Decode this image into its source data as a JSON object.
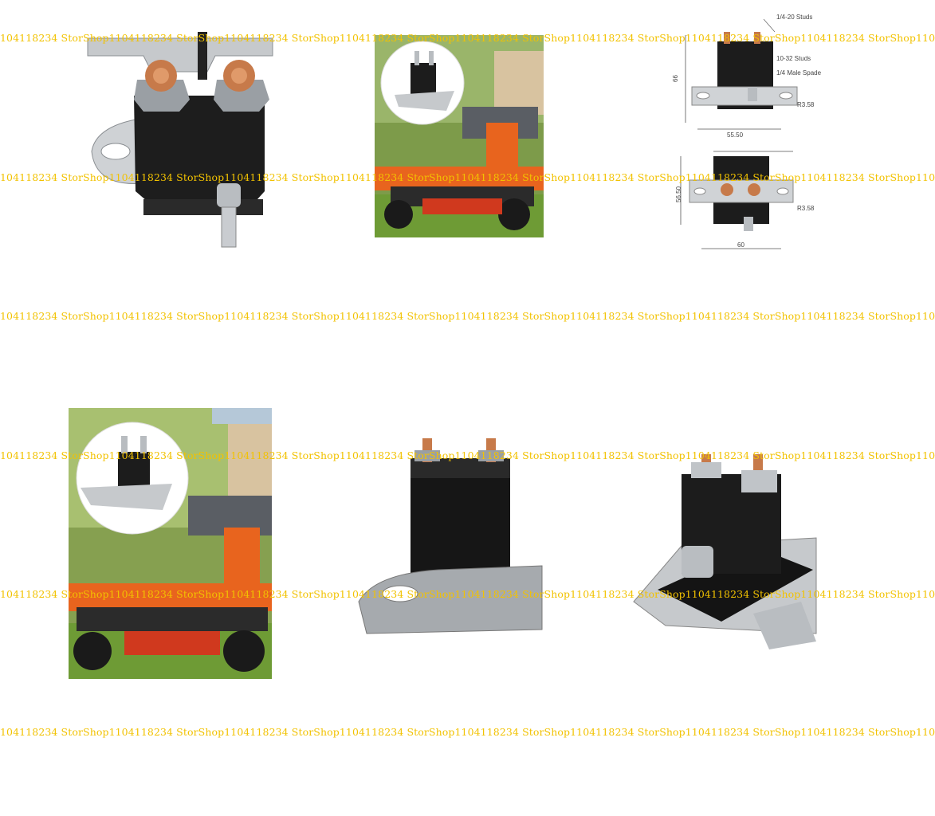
{
  "watermark": {
    "text": "104118234 StorShop1104118234 StorShop1104118234 StorShop1104118234 StorShop1104118234 StorShop1104118234 StorShop1104118234 StorShop1104118234 StorShop110",
    "color": "#f2c200"
  },
  "diagram": {
    "stud_label": "1/4-20 Studs",
    "small_stud_label": "10-32 Studs",
    "spade_label": "1/4 Male Spade",
    "height": "66",
    "width_top": "55.50",
    "radius_top": "R3.58",
    "height_bottom": "56.50",
    "radius_bottom": "R3.58",
    "width_bottom": "60"
  },
  "images": [
    {
      "name": "solenoid-closeup-photo"
    },
    {
      "name": "mower-with-inset-photo"
    },
    {
      "name": "dimension-drawing"
    },
    {
      "name": "mower-with-inset-photo-large"
    },
    {
      "name": "solenoid-side-photo"
    },
    {
      "name": "solenoid-angle-photo"
    }
  ],
  "colors": {
    "solenoid_black": "#1c1c1c",
    "mower_orange": "#e8641e",
    "grass": "#7aa83c",
    "copper": "#c77a4a",
    "steel": "#b8bcc0"
  }
}
